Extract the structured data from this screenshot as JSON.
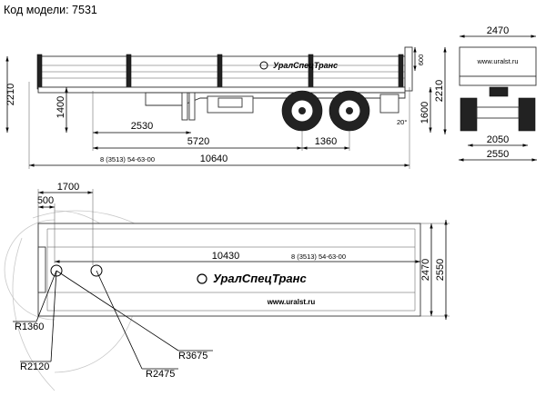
{
  "header": {
    "model_label": "Код модели: 7531"
  },
  "brand": {
    "name": "УралСпецТранс",
    "url": "www.uralst.ru"
  },
  "side_view": {
    "dims": {
      "height_total": "2210",
      "side_board": "600",
      "coupling_height": "1400",
      "platform_height": "1600",
      "kingpin_to_axle": "2530",
      "front_to_axles": "5720",
      "axle_base": "1360",
      "total_length": "10640",
      "phone": "8 (3513) 54-63-00",
      "rear_angle": "20°"
    }
  },
  "rear_view": {
    "dims": {
      "platform_width": "2470",
      "height_total": "2210",
      "track": "2050",
      "total_width": "2550"
    }
  },
  "top_view": {
    "dims": {
      "kingpin_offset": "1700",
      "front_offset": "500",
      "platform_length": "10430",
      "phone": "8 (3513) 54-63-00",
      "platform_width": "2470",
      "total_width": "2550",
      "r1": "R1360",
      "r2": "R2120",
      "r3": "R2475",
      "r4": "R3675"
    }
  }
}
